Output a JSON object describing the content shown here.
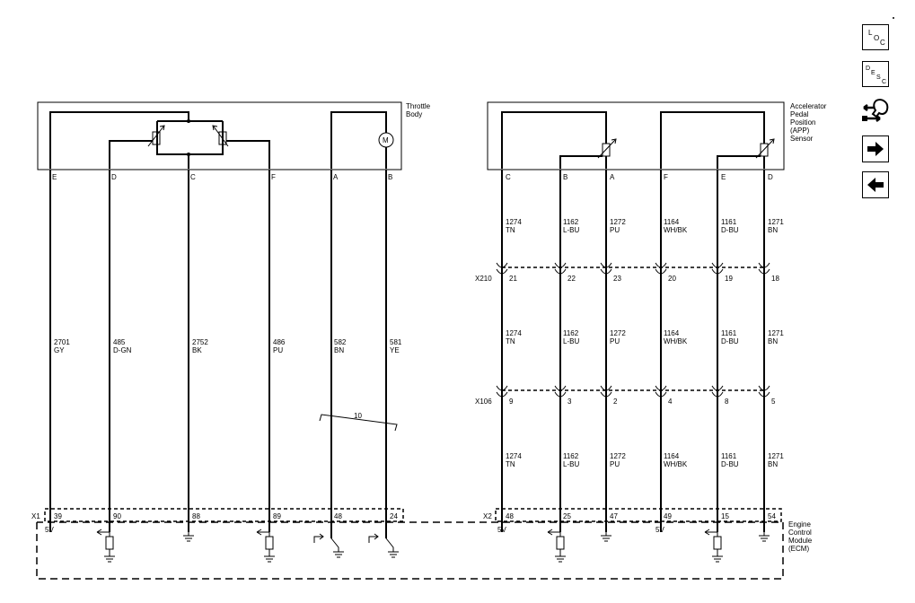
{
  "throttle": {
    "component_label": [
      "Throttle",
      "Body"
    ],
    "pins": [
      "E",
      "D",
      "C",
      "F",
      "A",
      "B"
    ],
    "circuits": [
      "2701",
      "485",
      "2752",
      "486",
      "582",
      "581"
    ],
    "colors": [
      "GY",
      "D-GN",
      "BK",
      "PU",
      "BN",
      "YE"
    ],
    "ecm_pins": [
      "39",
      "90",
      "88",
      "89",
      "48",
      "24"
    ],
    "motor_symbol": "M",
    "twist_count": "10"
  },
  "app": {
    "component_label": [
      "Accelerator",
      "Pedal",
      "Position",
      "(APP)",
      "Sensor"
    ],
    "pins": [
      "C",
      "B",
      "A",
      "F",
      "E",
      "D"
    ],
    "circuits": [
      "1274",
      "1162",
      "1272",
      "1164",
      "1161",
      "1271"
    ],
    "colors": [
      "TN",
      "L-BU",
      "PU",
      "WH/BK",
      "D-BU",
      "BN"
    ],
    "x210_pins": [
      "21",
      "22",
      "23",
      "20",
      "19",
      "18"
    ],
    "x106_pins": [
      "9",
      "3",
      "2",
      "4",
      "8",
      "5"
    ],
    "ecm_pins": [
      "48",
      "25",
      "47",
      "49",
      "15",
      "54"
    ]
  },
  "connectors": {
    "x1": "X1",
    "x2": "X2",
    "x210": "X210",
    "x106": "X106"
  },
  "supply_labels": {
    "x1_5v": "5V",
    "x2_5v_a": "5V",
    "x2_5v_b": "5V"
  },
  "ecm": {
    "label": [
      "Engine",
      "Control",
      "Module",
      "(ECM)"
    ]
  },
  "nav": {
    "loc": [
      "L",
      "O",
      "C"
    ],
    "desc": [
      "D",
      "E",
      "S",
      "C"
    ]
  }
}
